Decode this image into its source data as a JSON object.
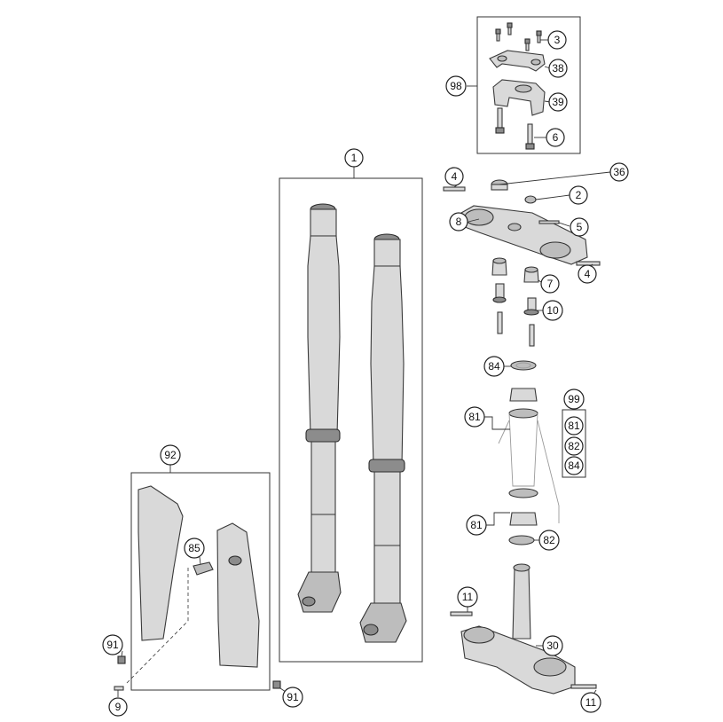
{
  "diagram": {
    "callouts": {
      "c1": "1",
      "c3": "3",
      "c38": "38",
      "c39": "39",
      "c6": "6",
      "c98": "98",
      "c4a": "4",
      "c36": "36",
      "c2": "2",
      "c8": "8",
      "c5": "5",
      "c4b": "4",
      "c7": "7",
      "c10": "10",
      "c84a": "84",
      "c99": "99",
      "c81a": "81",
      "c81b": "81",
      "c82a": "82",
      "c84b": "84",
      "c81c": "81",
      "c82b": "82",
      "c11a": "11",
      "c30": "30",
      "c11b": "11",
      "c92": "92",
      "c85": "85",
      "c91a": "91",
      "c9": "9",
      "c91b": "91"
    }
  }
}
